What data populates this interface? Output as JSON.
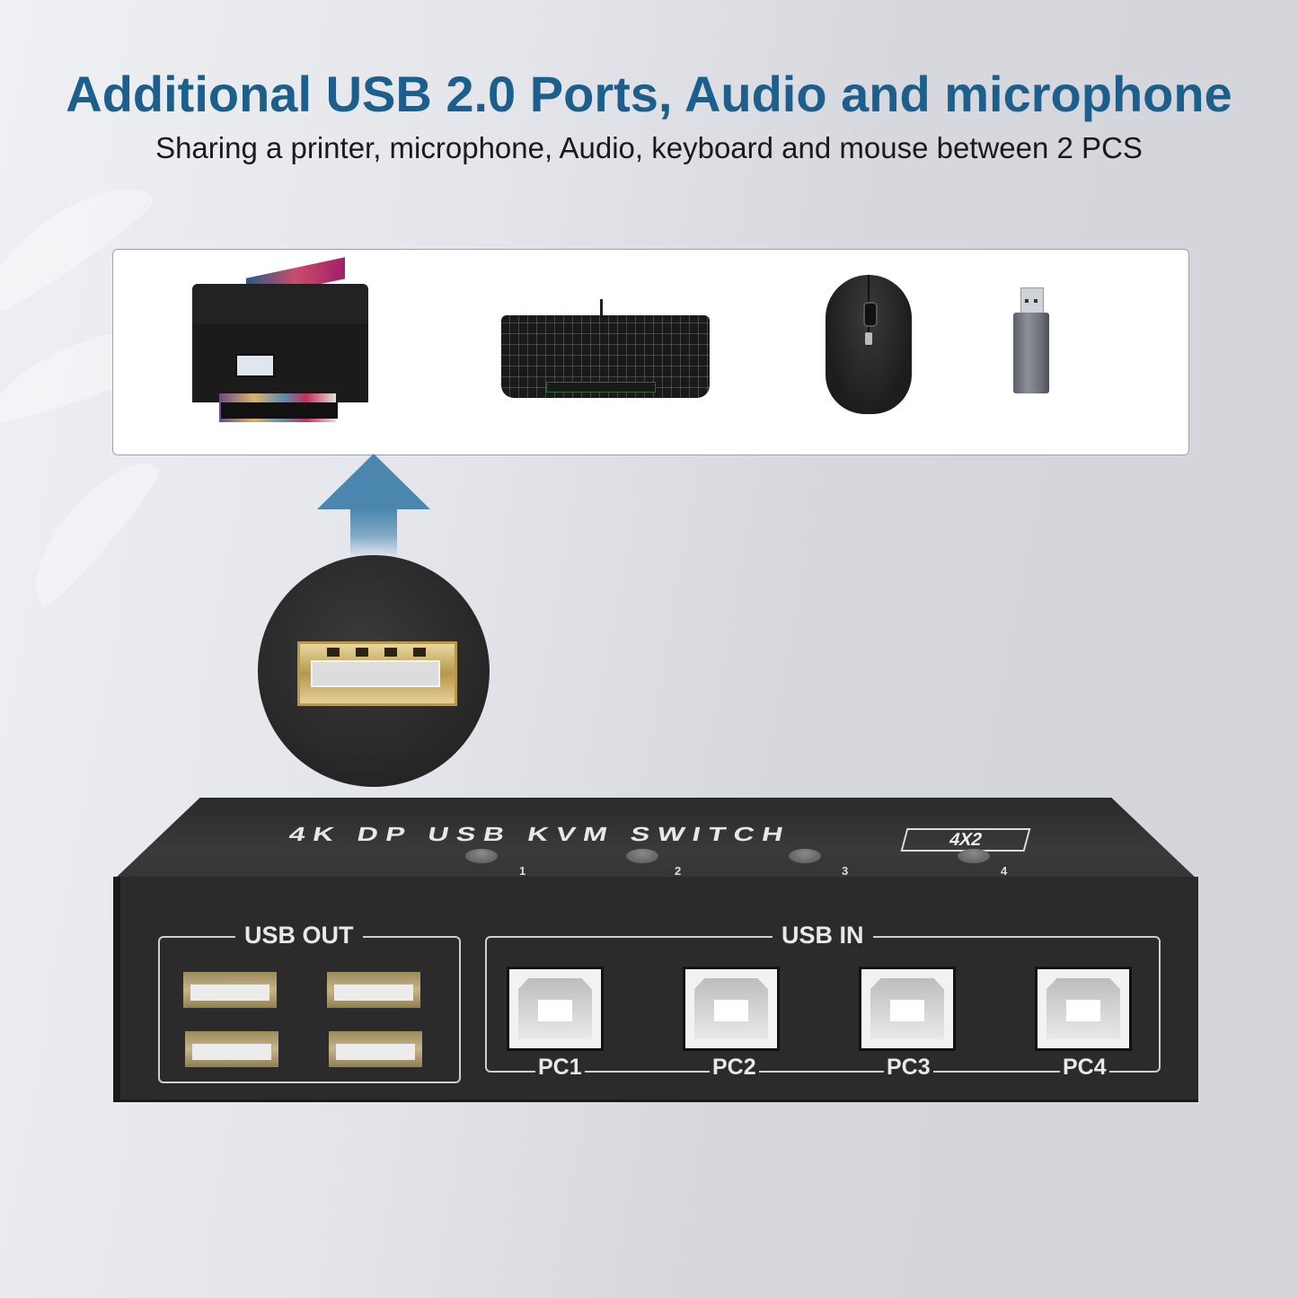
{
  "header": {
    "title": "Additional USB 2.0 Ports, Audio and microphone",
    "subtitle": "Sharing a printer, microphone, Audio, keyboard and mouse between 2 PCS"
  },
  "peripherals": [
    {
      "name": "printer",
      "icon": "printer-icon"
    },
    {
      "name": "keyboard",
      "icon": "keyboard-icon"
    },
    {
      "name": "mouse",
      "icon": "mouse-icon"
    },
    {
      "name": "usb-audio-adapter",
      "icon": "usb-dongle-icon"
    }
  ],
  "colors": {
    "title": "#1d5f8c",
    "arrow": "#4a86ad",
    "device_body": "#2b2b2b"
  },
  "device": {
    "top_label": "4K DP USB KVM SWITCH",
    "model_badge": "4X2",
    "select_buttons": [
      "1",
      "2",
      "3",
      "4"
    ],
    "usb_out": {
      "label": "USB OUT",
      "port_count": 4
    },
    "usb_in": {
      "label": "USB IN",
      "ports": [
        "PC1",
        "PC2",
        "PC3",
        "PC4"
      ]
    }
  }
}
